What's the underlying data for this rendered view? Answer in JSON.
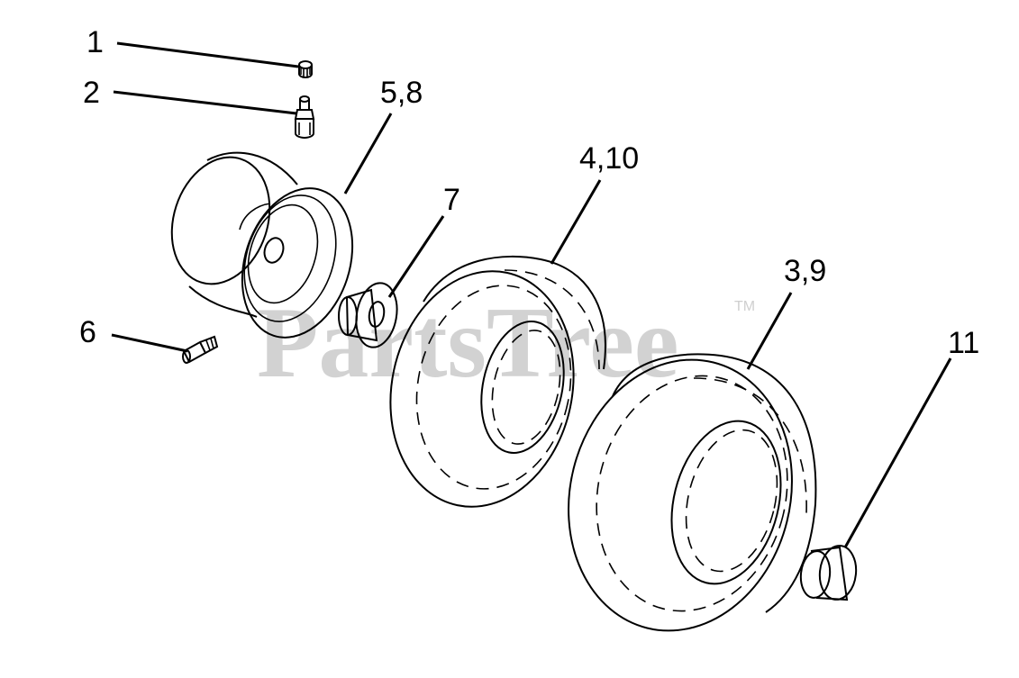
{
  "watermark": {
    "text": "PartsTree",
    "trademark": "TM"
  },
  "callouts": [
    {
      "id": "c1",
      "label": "1"
    },
    {
      "id": "c2",
      "label": "2"
    },
    {
      "id": "c58",
      "label": "5,8"
    },
    {
      "id": "c410",
      "label": "4,10"
    },
    {
      "id": "c7",
      "label": "7"
    },
    {
      "id": "c39",
      "label": "3,9"
    },
    {
      "id": "c6",
      "label": "6"
    },
    {
      "id": "c11",
      "label": "11"
    }
  ],
  "parts": [
    {
      "name": "valve-cap"
    },
    {
      "name": "valve-stem"
    },
    {
      "name": "wheel-rim"
    },
    {
      "name": "grease-fitting"
    },
    {
      "name": "bushing"
    },
    {
      "name": "tire-front"
    },
    {
      "name": "tire-rear"
    },
    {
      "name": "cap-plug"
    }
  ]
}
